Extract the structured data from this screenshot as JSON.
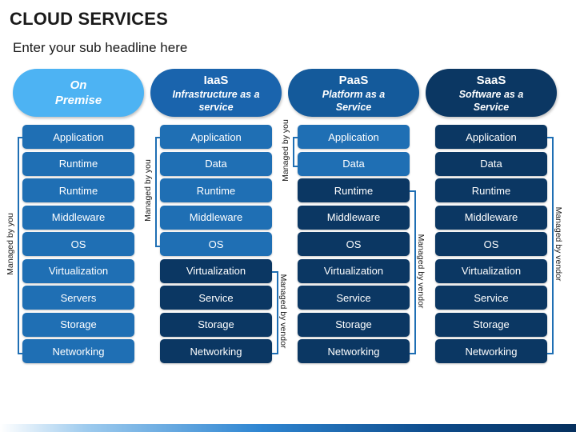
{
  "title": "CLOUD SERVICES",
  "subtitle": "Enter your sub headline here",
  "colors": {
    "light_blue": "#4db3f3",
    "medium_blue": "#1f6fb4",
    "dark_blue": "#0b3763",
    "onprem_header": "#4db3f3",
    "iaas_header": "#1a64ad",
    "paas_header": "#145a9b",
    "saas_header": "#0b3763"
  },
  "columns": [
    {
      "id": "onprem",
      "title": "On",
      "subtitle": "Premise",
      "rows": [
        "Application",
        "Runtime",
        "Runtime",
        "Middleware",
        "OS",
        "Virtualization",
        "Servers",
        "Storage",
        "Networking"
      ],
      "managed_by_you_rows": 9,
      "label_you": "Managed by you",
      "label_vendor": ""
    },
    {
      "id": "iaas",
      "title": "IaaS",
      "subtitle": "Infrastructure as a service",
      "rows": [
        "Application",
        "Data",
        "Runtime",
        "Middleware",
        "OS",
        "Virtualization",
        "Service",
        "Storage",
        "Networking"
      ],
      "managed_by_you_rows": 5,
      "label_you": "Managed by you",
      "label_vendor": "Managed by vendor"
    },
    {
      "id": "paas",
      "title": "PaaS",
      "subtitle": "Platform as a Service",
      "rows": [
        "Application",
        "Data",
        "Runtime",
        "Middleware",
        "OS",
        "Virtualization",
        "Service",
        "Storage",
        "Networking"
      ],
      "managed_by_you_rows": 2,
      "label_you": "Managed by you",
      "label_vendor": "Managed by vendor"
    },
    {
      "id": "saas",
      "title": "SaaS",
      "subtitle": "Software as a Service",
      "rows": [
        "Application",
        "Data",
        "Runtime",
        "Middleware",
        "OS",
        "Virtualization",
        "Service",
        "Storage",
        "Networking"
      ],
      "managed_by_you_rows": 0,
      "label_you": "",
      "label_vendor": "Managed by vendor"
    }
  ]
}
